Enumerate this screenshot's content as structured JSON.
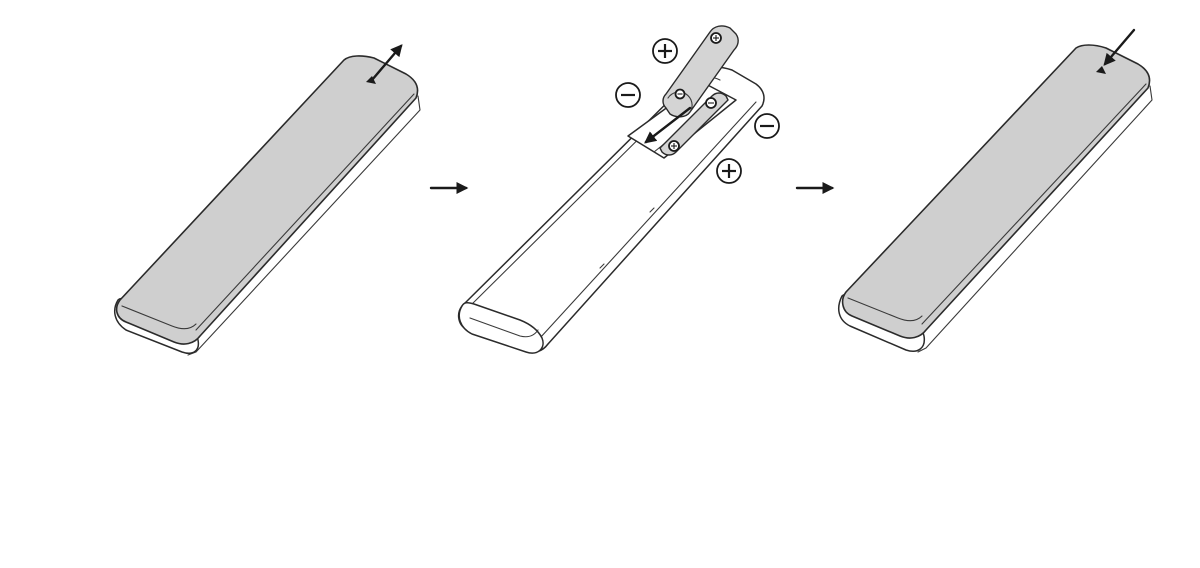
{
  "colors": {
    "cover_fill": "#cfcfcf",
    "battery_fill": "#d4d4d4",
    "line": "#2b2b2b",
    "background": "#ffffff"
  },
  "steps": [
    {
      "id": "step-1",
      "action": "slide-cover-off",
      "icon": "remote-with-cover-icon"
    },
    {
      "id": "step-2",
      "action": "insert-batteries",
      "icon": "open-battery-compartment-icon"
    },
    {
      "id": "step-3",
      "action": "slide-cover-on",
      "icon": "remote-with-cover-icon"
    }
  ],
  "polarity_symbols": [
    "plus-symbol",
    "minus-symbol"
  ]
}
